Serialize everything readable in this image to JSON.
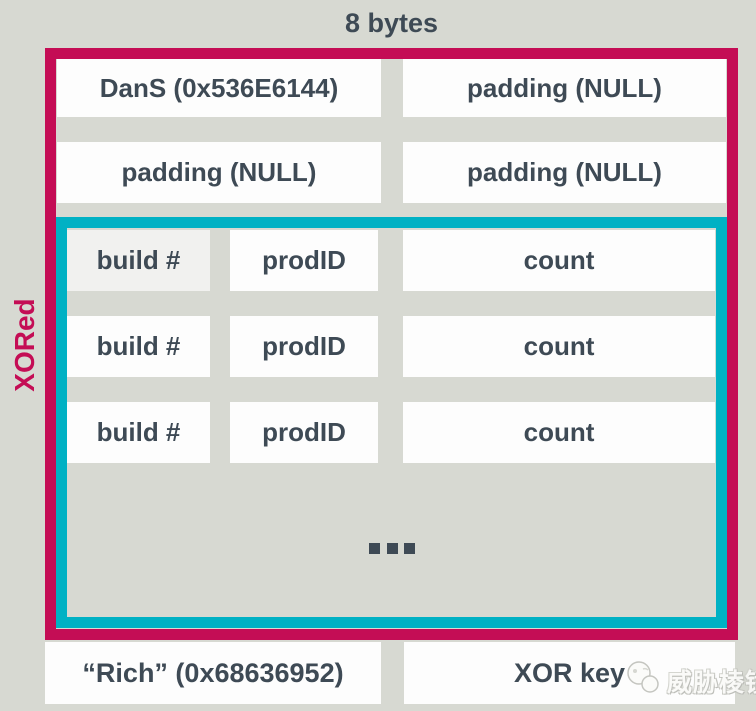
{
  "title": "8 bytes",
  "side_label": "XORed",
  "colors": {
    "background": "#d7d9d2",
    "crimson": "#c40d55",
    "teal": "#00b1c4",
    "text": "#3e4a55",
    "cell": "#fdfdfd",
    "cell_alt": "#f1f1ef"
  },
  "header_rows": [
    {
      "cells": [
        "DanS (0x536E6144)",
        "padding (NULL)"
      ]
    },
    {
      "cells": [
        "padding (NULL)",
        "padding (NULL)"
      ]
    }
  ],
  "entry_rows": [
    {
      "cells": [
        "build #",
        "prodID",
        "count"
      ]
    },
    {
      "cells": [
        "build #",
        "prodID",
        "count"
      ]
    },
    {
      "cells": [
        "build #",
        "prodID",
        "count"
      ]
    }
  ],
  "ellipsis": "…",
  "footer_row": {
    "cells": [
      "“Rich” (0x68636952)",
      "XOR key"
    ]
  },
  "watermark": {
    "text": "威胁棱镜",
    "logo": "threat-prism-logo"
  }
}
